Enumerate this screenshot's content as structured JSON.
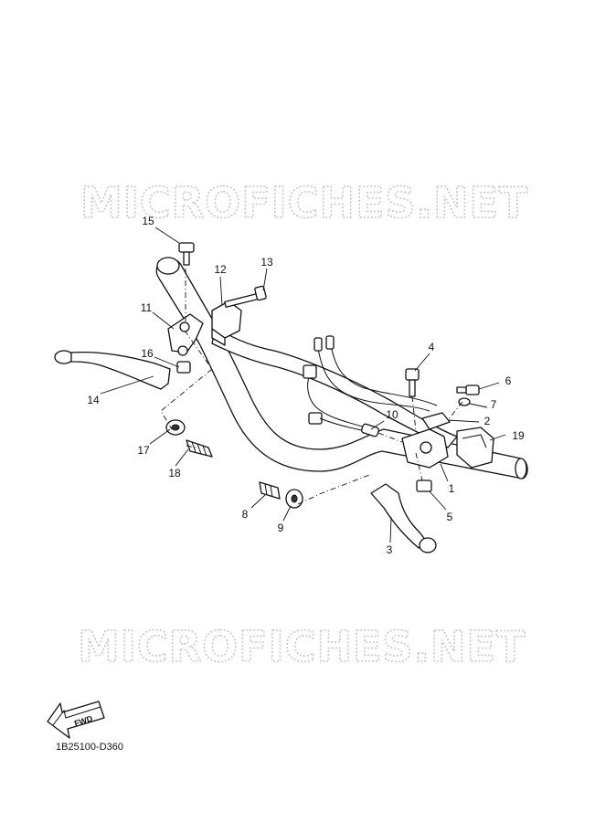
{
  "watermark": {
    "top": "MICROFICHES.NET",
    "bottom": "MICROFICHES.NET"
  },
  "diagram_code": "1B25100-D360",
  "fwd_label": "FWD",
  "callouts": {
    "c1": "1",
    "c2": "2",
    "c3": "3",
    "c4": "4",
    "c5": "5",
    "c6": "6",
    "c7": "7",
    "c8": "8",
    "c9": "9",
    "c10": "10",
    "c11": "11",
    "c12": "12",
    "c13": "13",
    "c14": "14",
    "c15": "15",
    "c16": "16",
    "c17": "17",
    "c18": "18",
    "c19": "19"
  }
}
